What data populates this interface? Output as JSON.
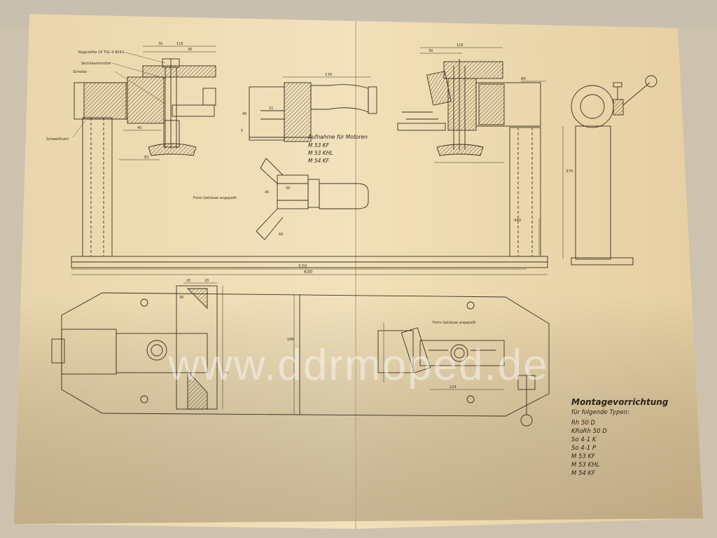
{
  "sheet": {
    "watermark": "www.ddrmoped.de",
    "title": "Montagevorrichtung",
    "subtitle": "für folgende Typen:",
    "types": [
      "Rh 50 D",
      "KRoRh 50 D",
      "So 4-1 K",
      "So 4-1 P",
      "M 53 KF",
      "M 53 KHL",
      "M 54 KF"
    ],
    "mount_note": {
      "heading": "Aufnahme für Motoren",
      "motors": [
        "M 53 KF",
        "M 53 KHL",
        "M 54 KF"
      ]
    },
    "housing_note_1": "Form Gehäuse angepaßt",
    "housing_note_2": "Form Gehäuse angepaßt",
    "part_labels": [
      "Kegelstifte 16 TGL 0-8241",
      "Sechskantmutter",
      "Scheibe",
      "Schweißnaht"
    ],
    "dimensions": {
      "overall_inner": "570",
      "overall_outer": "630",
      "column_height": "440",
      "side_height": "370",
      "top_a": "30",
      "top_b": "30",
      "top_c": "116",
      "right_top_a": "30",
      "right_top_b": "116",
      "right_80": "80",
      "left_82": "82",
      "left_40": "40",
      "center_130": "130",
      "center_21": "21",
      "center_45": "45",
      "center_5": "5",
      "v_45": "45",
      "v_20": "20",
      "v_60": "60",
      "plan_20a": "20",
      "plan_20b": "20",
      "plan_30": "30",
      "plan_188": "188",
      "plan_124": "124",
      "plan_70": "70"
    }
  }
}
